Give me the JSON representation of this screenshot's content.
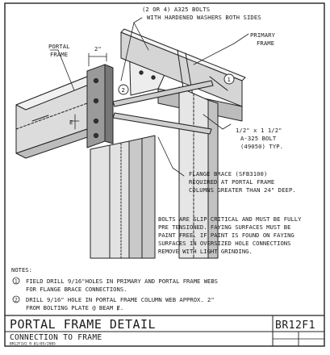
{
  "callouts": {
    "bolts_line1": "(2 OR 4) A325 BOLTS",
    "bolts_line2": "WITH HARDENED WASHERS BOTH SIDES",
    "portal_frame_line1": "PORTAL",
    "portal_frame_line2": "FRAME",
    "primary_frame_line1": "PRIMARY",
    "primary_frame_line2": "FRAME",
    "dimension_top": "2\"",
    "dimension_side": "E",
    "marker_1": "1",
    "marker_2": "2",
    "bolt_spec_line1": "1/2\" x 1 1/2\"",
    "bolt_spec_line2": "A-325 BOLT",
    "bolt_spec_line3": "(49050) TYP.",
    "flange_brace_line1": "FLANGE BRACE (SFB3100)",
    "flange_brace_line2": "REQUIRED AT PORTAL FRAME",
    "flange_brace_line3": "COLUMNS GREATER THAN 24\" DEEP."
  },
  "bolt_note": [
    "BOLTS ARE SLIP CRITICAL AND MUST BE FULLY",
    "PRE TENSIONED.  FAYING SURFACES MUST BE",
    "PAINT FREE.  IF PAINT IS FOUND ON FAYING",
    "SURFACES IN OVERSIZED HOLE CONNECTIONS",
    "REMOVE WITH LIGHT GRINDING."
  ],
  "notes": {
    "heading": "NOTES:",
    "items": [
      {
        "marker": "1",
        "line1": "FIELD DRILL 9/16\"HOLES IN PRIMARY AND PORTAL FRAME WEBS",
        "line2": "FOR FLANGE BRACE CONNECTIONS."
      },
      {
        "marker": "2",
        "line1": "DRILL 9/16\" HOLE IN PORTAL FRAME COLUMN WEB APPROX. 2\"",
        "line2": "FROM BOLTING PLATE @ BEAM Ɇ."
      }
    ]
  },
  "title_block": {
    "title": "PORTAL  FRAME  DETAIL",
    "subtitle": "CONNECTION TO FRAME",
    "drawing_number": "BR12F1",
    "file_ref": "BR12F1V2   R 01/05/2005"
  }
}
